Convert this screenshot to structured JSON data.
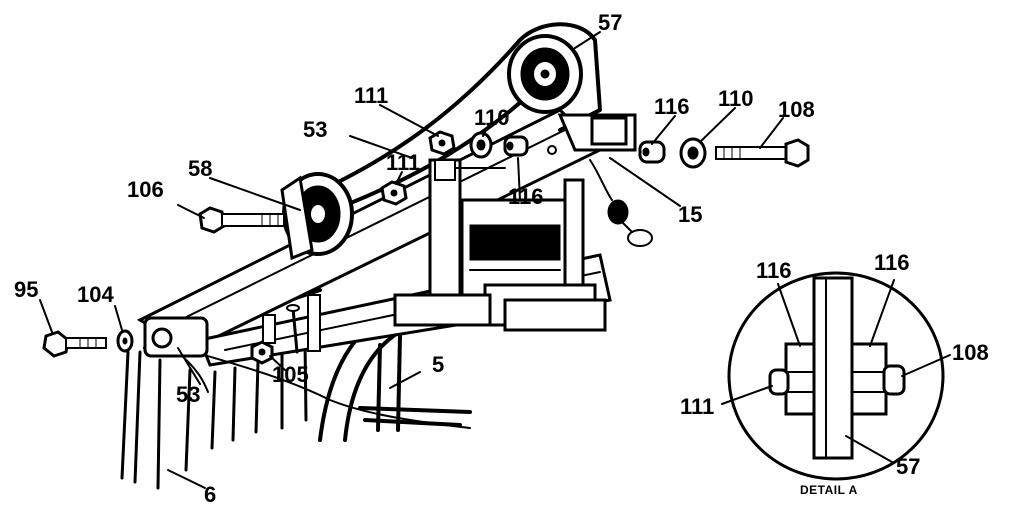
{
  "callouts": {
    "c57": "57",
    "c111a": "111",
    "c110a": "110",
    "c53a": "53",
    "c116a": "116",
    "c110b": "110",
    "c108a": "108",
    "c58": "58",
    "c111b": "111",
    "c106": "106",
    "c116b": "116",
    "c15": "15",
    "c95": "95",
    "c104": "104",
    "c105": "105",
    "c53b": "53",
    "c5": "5",
    "c6": "6"
  },
  "detail": {
    "caption": "DETAIL A",
    "c116l": "116",
    "c116r": "116",
    "c108": "108",
    "c111": "111",
    "c57": "57"
  }
}
